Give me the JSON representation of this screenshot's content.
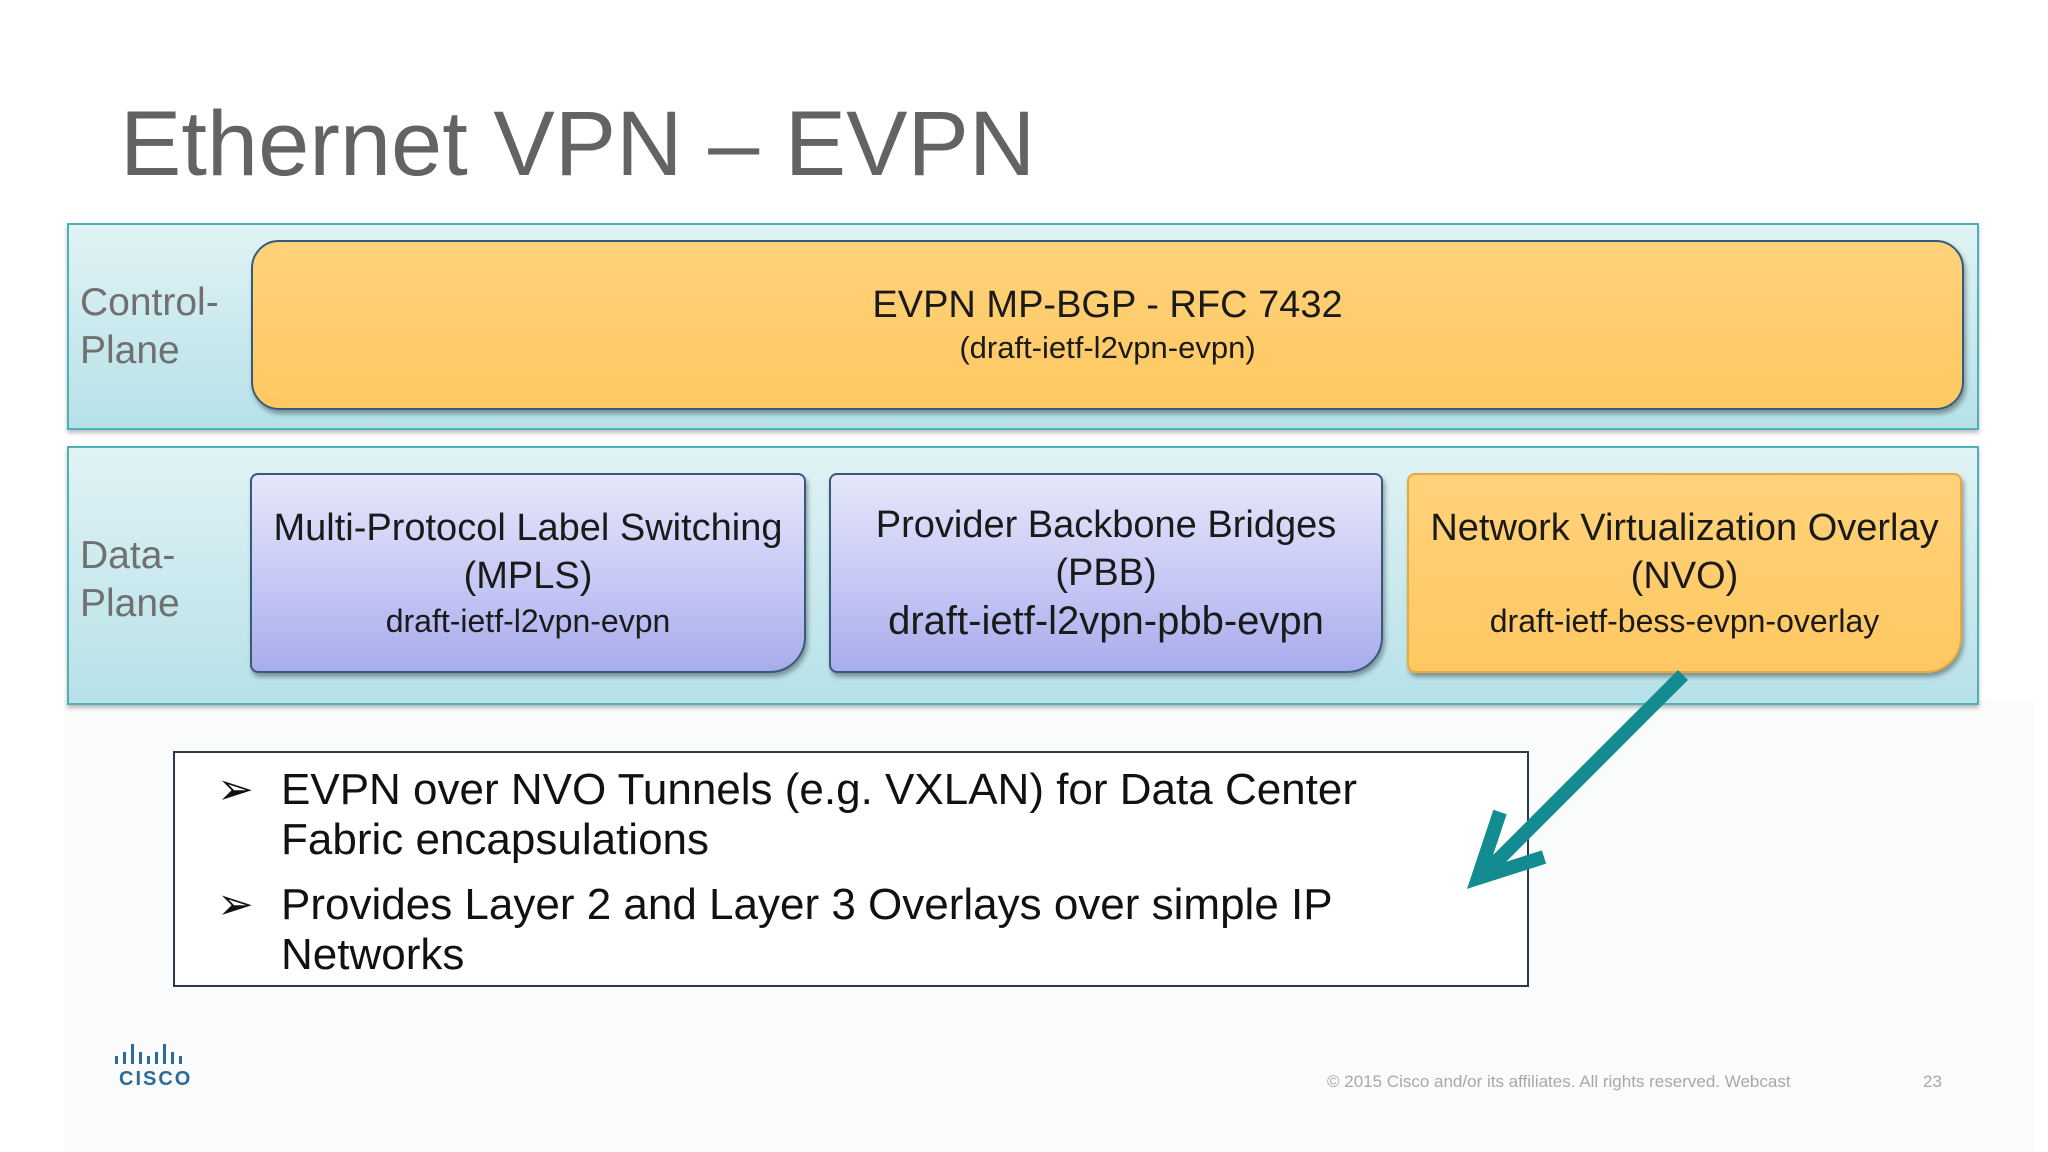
{
  "title": "Ethernet VPN – EVPN",
  "control_plane": {
    "label_line1": "Control-",
    "label_line2": "Plane",
    "box": {
      "line1": "EVPN MP-BGP - RFC 7432",
      "line2": "(draft-ietf-l2vpn-evpn)"
    }
  },
  "data_plane": {
    "label_line1": "Data-",
    "label_line2": "Plane",
    "boxes": [
      {
        "line1": "Multi-Protocol Label Switching",
        "line2": "(MPLS)",
        "line3": "draft-ietf-l2vpn-evpn"
      },
      {
        "line1": "Provider Backbone Bridges",
        "line2": "(PBB)",
        "line3": "draft-ietf-l2vpn-pbb-evpn"
      },
      {
        "line1": "Network Virtualization Overlay",
        "line2": "(NVO)",
        "line3": "draft-ietf-bess-evpn-overlay"
      }
    ]
  },
  "bullets": [
    {
      "mark": "➢",
      "line1": "EVPN over NVO Tunnels (e.g. VXLAN) for Data Center",
      "line2": "Fabric encapsulations"
    },
    {
      "mark": "➢",
      "line1": "Provides Layer 2 and Layer 3 Overlays over simple IP",
      "line2": "Networks"
    }
  ],
  "logo": {
    "text": "CISCO",
    "icon": "cisco-bridge-icon"
  },
  "footer": {
    "copyright": "© 2015  Cisco and/or its affiliates. All rights reserved.  Webcast",
    "page_number": "23"
  },
  "colors": {
    "band_border": "#4fb0ba",
    "orange_box": "#ffc862",
    "blue_box": "#c6c8f4",
    "arrow": "#138c91"
  }
}
